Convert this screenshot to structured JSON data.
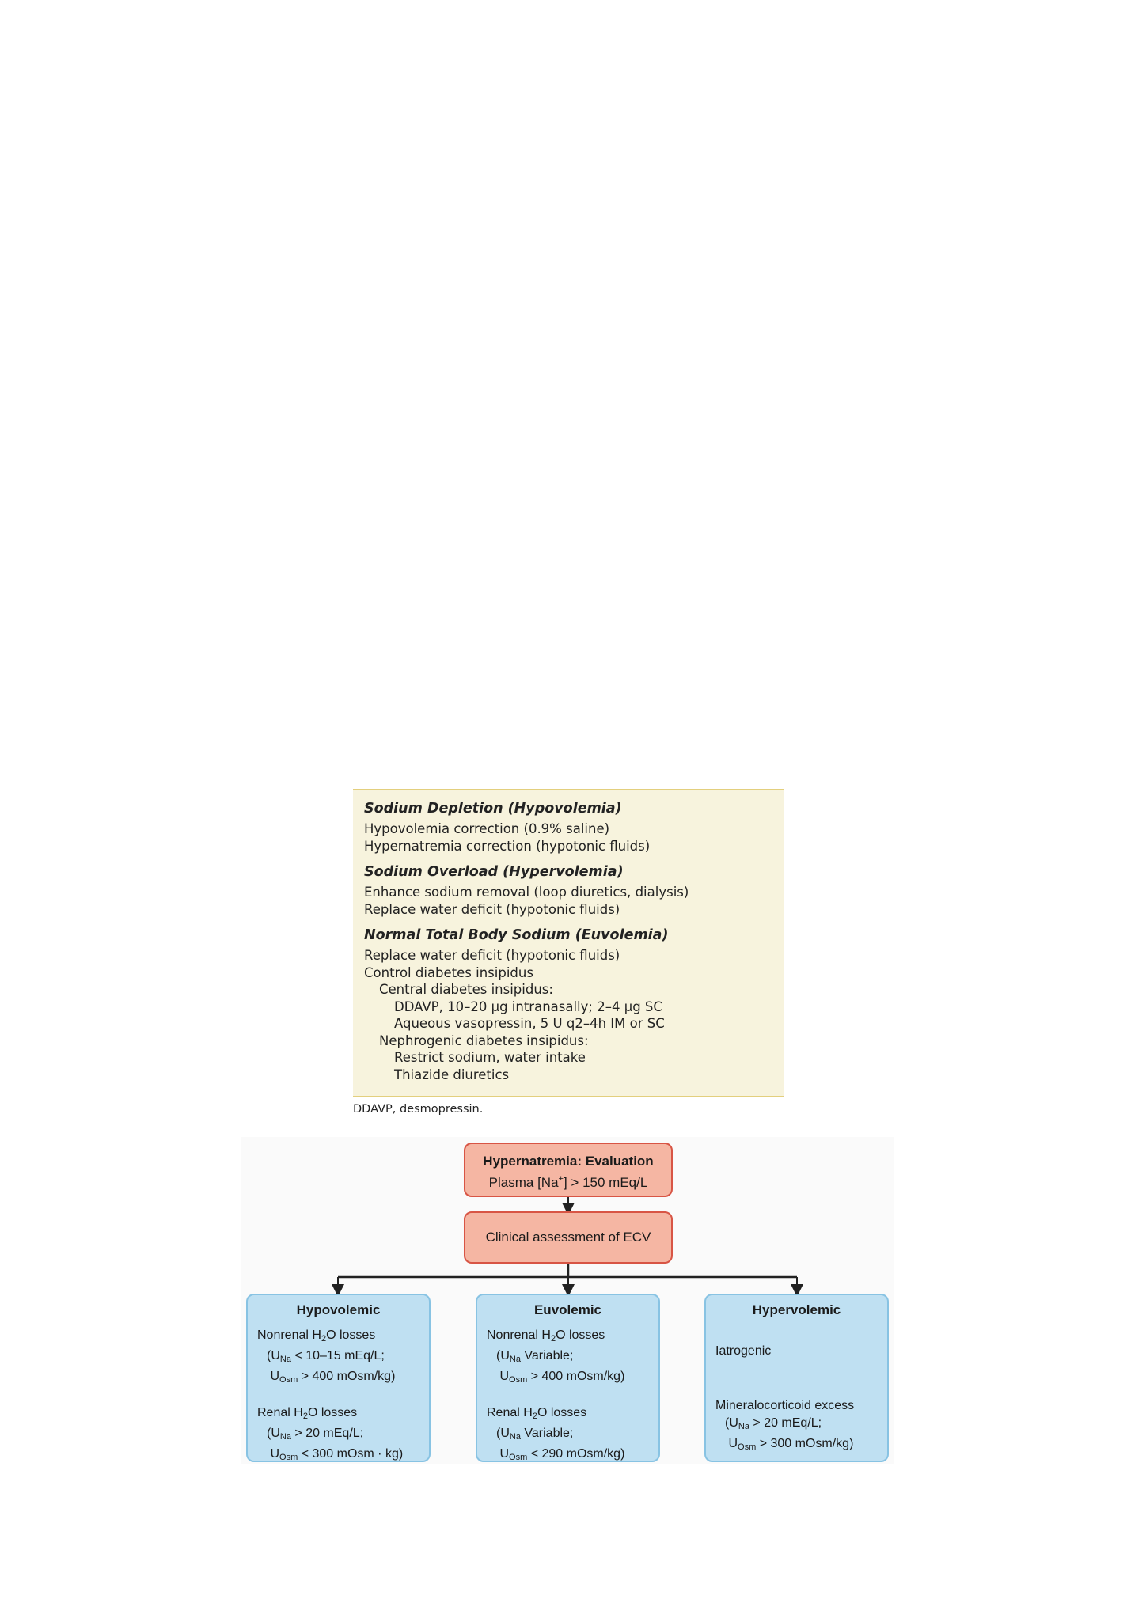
{
  "treatment_table": {
    "sections": [
      {
        "heading": "Sodium Depletion (Hypovolemia)",
        "lines": [
          {
            "text": "Hypovolemia correction (0.9% saline)",
            "indent": 0
          },
          {
            "text": "Hypernatremia correction (hypotonic fluids)",
            "indent": 0
          }
        ]
      },
      {
        "heading": "Sodium Overload (Hypervolemia)",
        "lines": [
          {
            "text": "Enhance sodium removal (loop diuretics, dialysis)",
            "indent": 0
          },
          {
            "text": "Replace water deficit (hypotonic fluids)",
            "indent": 0
          }
        ]
      },
      {
        "heading": "Normal Total Body Sodium (Euvolemia)",
        "lines": [
          {
            "text": "Replace water deficit (hypotonic fluids)",
            "indent": 0
          },
          {
            "text": "Control diabetes insipidus",
            "indent": 0
          },
          {
            "text": "Central diabetes insipidus:",
            "indent": 1
          },
          {
            "text": "DDAVP, 10–20 µg intranasally; 2–4 µg SC",
            "indent": 2
          },
          {
            "text": "Aqueous vasopressin, 5 U q2–4h IM or SC",
            "indent": 2
          },
          {
            "text": "Nephrogenic diabetes insipidus:",
            "indent": 1
          },
          {
            "text": "Restrict sodium, water intake",
            "indent": 2
          },
          {
            "text": "Thiazide diuretics",
            "indent": 2
          }
        ]
      }
    ],
    "footnote": "DDAVP, desmopressin."
  },
  "flowchart": {
    "title_node": {
      "title": "Hypernatremia: Evaluation",
      "criterion_prefix": "Plasma [Na",
      "criterion_sup": "+",
      "criterion_suffix": "] > 150 mEq/L"
    },
    "assessment_node": "Clinical assessment of ECV",
    "hypovolemic": {
      "title": "Hypovolemic",
      "nonrenal_a": "Nonrenal H",
      "nonrenal_sub": "2",
      "nonrenal_b": "O losses",
      "nonrenal_una_open": "(U",
      "una_sub": "Na",
      "nonrenal_una_val": " < 10–15 mEq/L;",
      "uosm": "U",
      "uosm_sub": "Osm",
      "nonrenal_uosm_val": " > 400 mOsm/kg)",
      "renal_a": "Renal H",
      "renal_sub": "2",
      "renal_b": "O losses",
      "renal_una_val": " > 20 mEq/L;",
      "renal_uosm_val": " < 300 mOsm · kg)"
    },
    "euvolemic": {
      "title": "Euvolemic",
      "nonrenal_a": "Nonrenal H",
      "nonrenal_sub": "2",
      "nonrenal_b": "O losses",
      "una_open": "(U",
      "una_sub": "Na",
      "nonrenal_una_val": " Variable;",
      "uosm": "U",
      "uosm_sub": "Osm",
      "nonrenal_uosm_val": " > 400 mOsm/kg)",
      "renal_a": "Renal H",
      "renal_sub": "2",
      "renal_b": "O losses",
      "renal_una_val": " Variable;",
      "renal_uosm_val": " < 290 mOsm/kg)"
    },
    "hypervolemic": {
      "title": "Hypervolemic",
      "cause1": "Iatrogenic",
      "cause2": "Mineralocorticoid excess",
      "una_open": "(U",
      "una_sub": "Na",
      "una_val": " > 20 mEq/L;",
      "uosm": "U",
      "uosm_sub": "Osm",
      "uosm_val": " > 300 mOsm/kg)"
    }
  }
}
